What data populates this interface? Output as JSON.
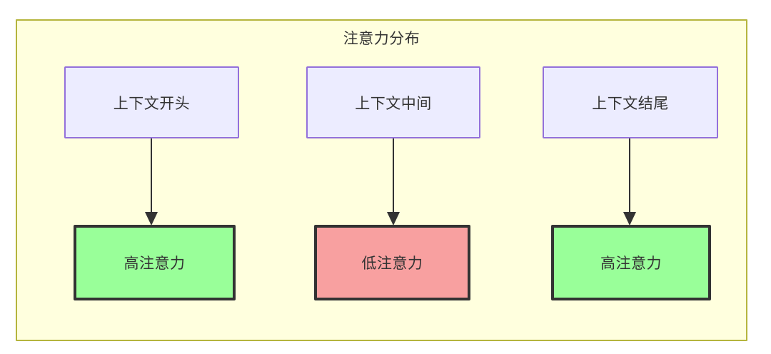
{
  "diagram": {
    "title": "注意力分布",
    "background_color": "#ffffff",
    "container": {
      "fill": "#ffffde",
      "stroke": "#b5b53d"
    },
    "palette": {
      "top_node_fill": "#ececff",
      "top_node_stroke": "#9370db",
      "high_attention_fill": "#99ff99",
      "low_attention_fill": "#f8a0a0",
      "node_stroke_dark": "#333333",
      "text_color": "#333333",
      "edge_color": "#333333"
    },
    "columns": [
      {
        "source": {
          "label": "上下文开头",
          "style": "top"
        },
        "target": {
          "label": "高注意力",
          "style": "high"
        }
      },
      {
        "source": {
          "label": "上下文中间",
          "style": "top"
        },
        "target": {
          "label": "低注意力",
          "style": "low"
        }
      },
      {
        "source": {
          "label": "上下文结尾",
          "style": "top"
        },
        "target": {
          "label": "高注意力",
          "style": "high"
        }
      }
    ]
  }
}
